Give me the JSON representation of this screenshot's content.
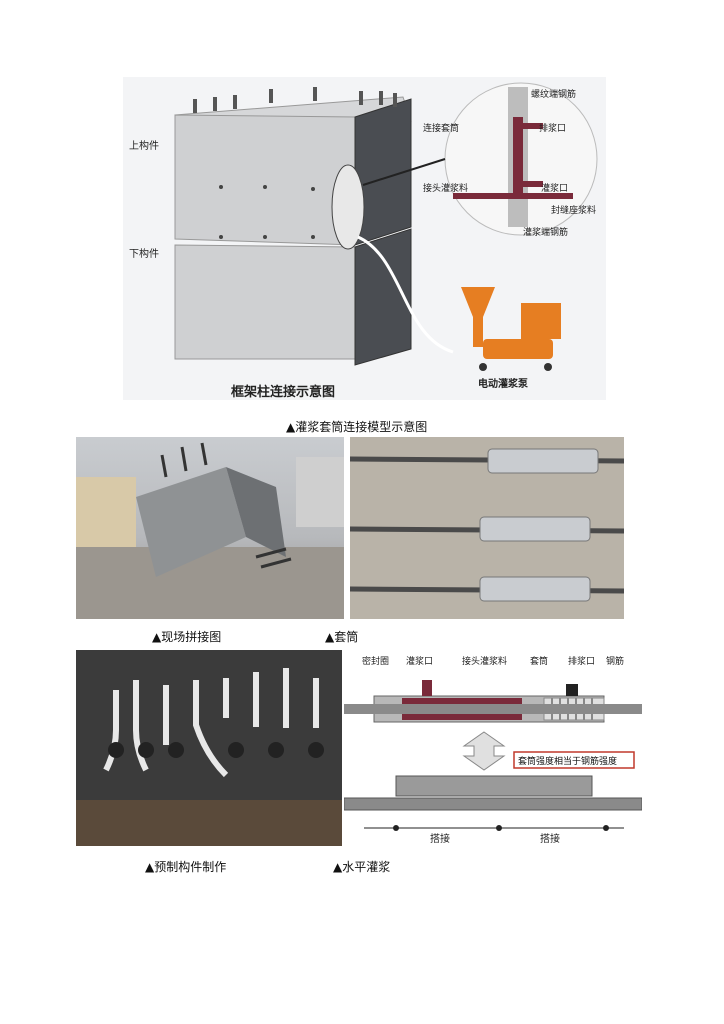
{
  "figure1": {
    "label_upper": "上构件",
    "label_lower": "下构件",
    "label_thread": "螺纹端钢筋",
    "label_sleeve": "连接套筒",
    "label_outlet": "排浆口",
    "label_grout_material": "接头灌浆料",
    "label_inlet": "灌浆口",
    "label_seal": "封缝座浆料",
    "label_grout_end": "灌浆端钢筋",
    "title": "框架柱连接示意图",
    "label_pump": "电动灌浆泵",
    "caption": "▲灌浆套筒连接模型示意图"
  },
  "photos": {
    "site_caption": "▲现场拼接图",
    "sleeve_caption": "▲套筒",
    "prefab_caption": "▲预制构件制作",
    "horizontal_caption": "▲水平灌浆"
  },
  "diagram": {
    "label_seal_ring": "密封圈",
    "label_inlet": "灌浆口",
    "label_material": "接头灌浆料",
    "label_sleeve": "套筒",
    "label_outlet": "排浆口",
    "label_rebar": "钢筋",
    "strength_note": "套筒强度相当于钢筋强度",
    "lap_left": "搭接",
    "lap_right": "搭接"
  },
  "colors": {
    "accent_red": "#c0392b",
    "sleeve_maroon": "#7a2a3a",
    "pump_orange": "#e67e22"
  }
}
